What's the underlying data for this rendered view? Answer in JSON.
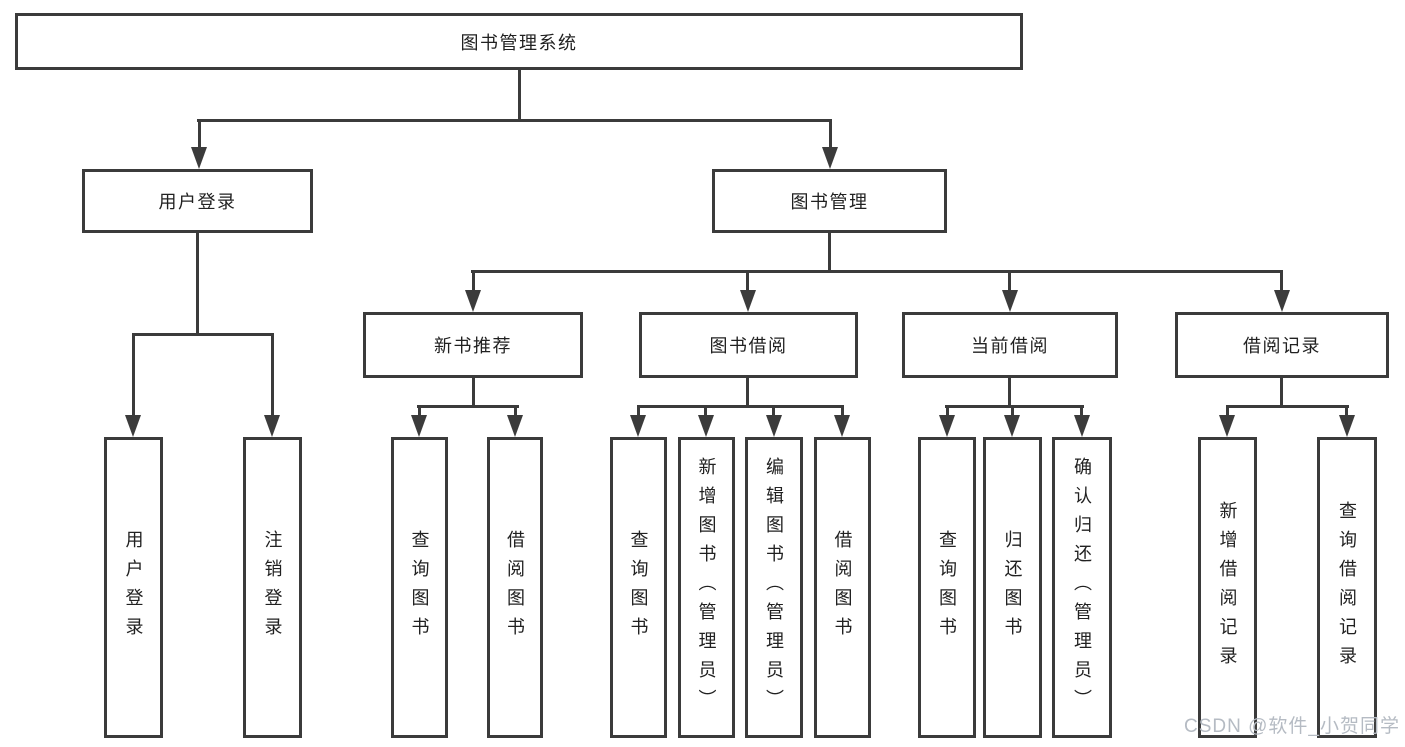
{
  "nodes": {
    "root": "图书管理系统",
    "user_login": "用户登录",
    "book_mgmt": "图书管理",
    "new_books": "新书推荐",
    "borrowing": "图书借阅",
    "current": "当前借阅",
    "records": "借阅记录"
  },
  "leaves": {
    "ul_login": "用户登录",
    "ul_logout": "注销登录",
    "nb_query": "查询图书",
    "nb_borrow": "借阅图书",
    "bb_query": "查询图书",
    "bb_add": "新增图书（管理员）",
    "bb_edit": "编辑图书（管理员）",
    "bb_borrow": "借阅图书",
    "cb_query": "查询图书",
    "cb_return": "归还图书",
    "cb_confirm": "确认归还（管理员）",
    "rc_add": "新增借阅记录",
    "rc_query": "查询借阅记录"
  },
  "watermark": "CSDN @软件_小贺同学",
  "colors": {
    "line": "#3b3b3b",
    "text": "#212121",
    "watermark": "#b5bbc3",
    "background": "#ffffff"
  }
}
